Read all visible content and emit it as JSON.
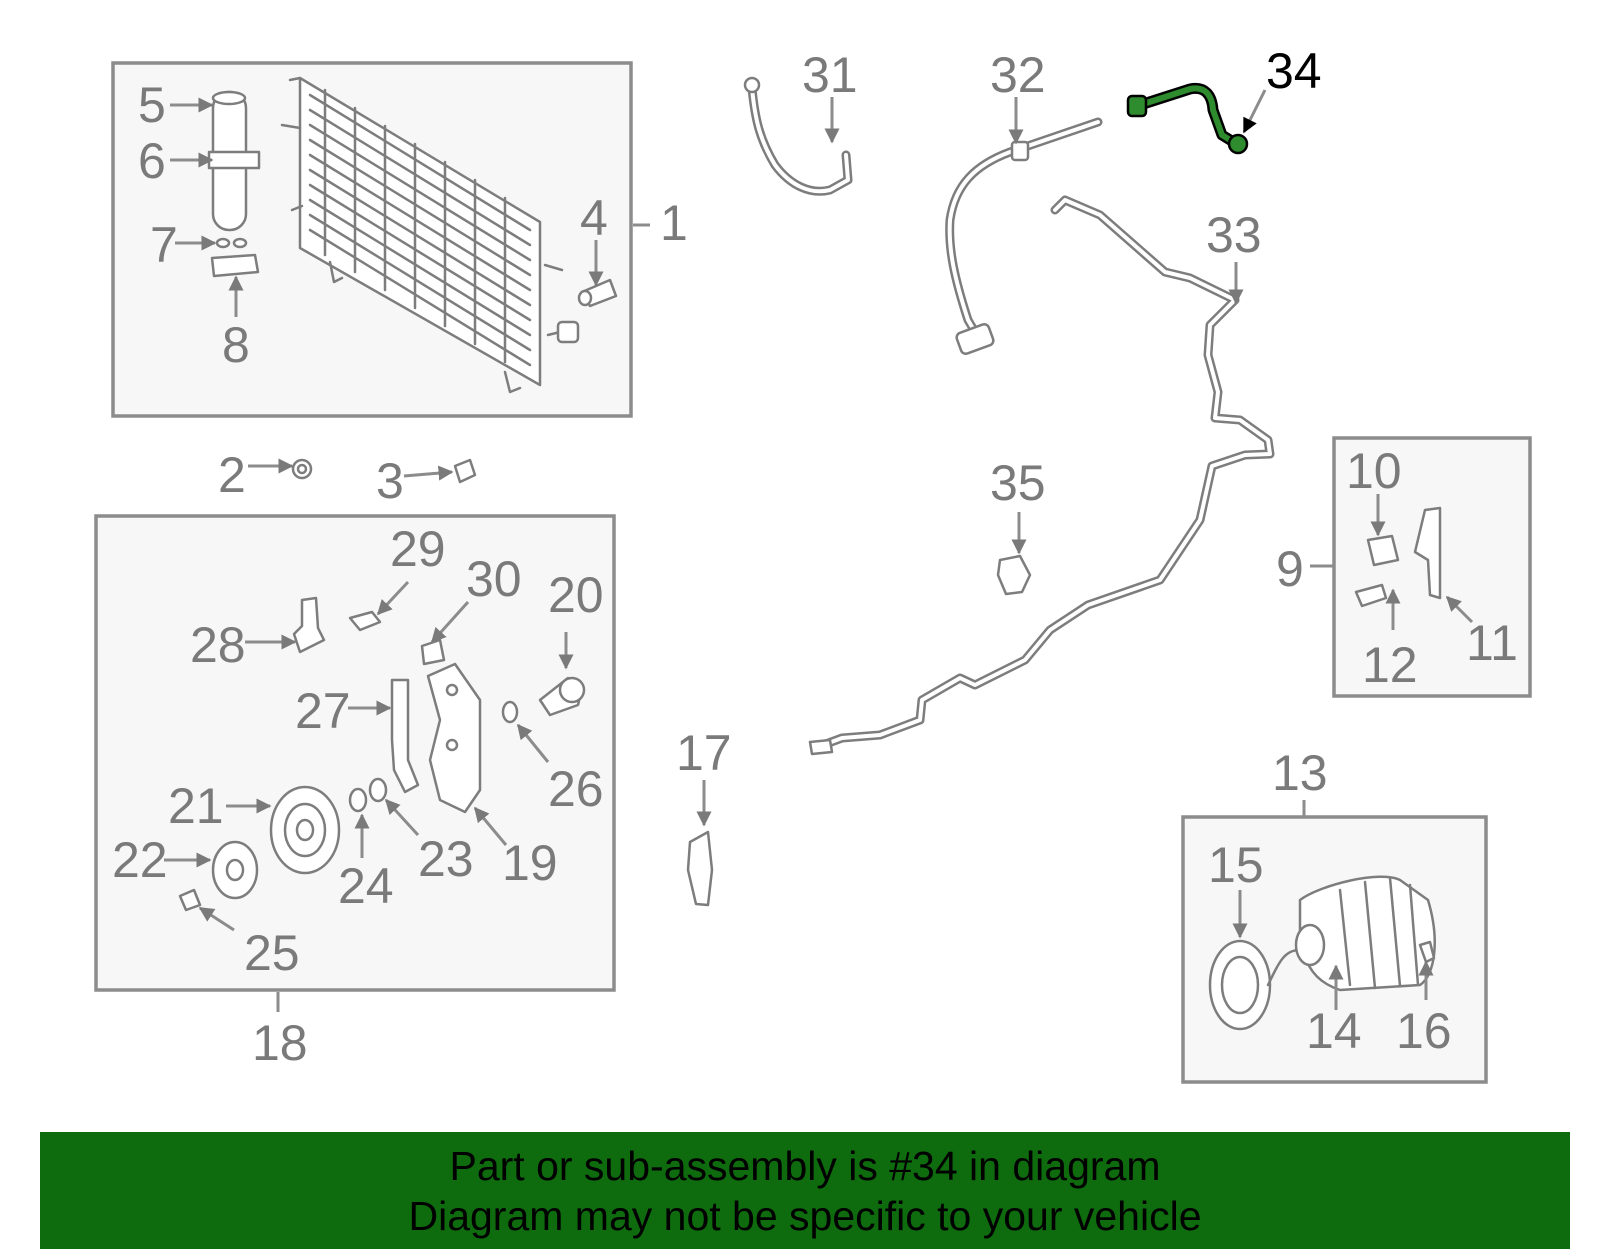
{
  "diagram": {
    "highlight_color": "#2e8b2e",
    "banner_color": "#0e6b0e",
    "callouts": [
      "1",
      "2",
      "3",
      "4",
      "5",
      "6",
      "7",
      "8",
      "9",
      "10",
      "11",
      "12",
      "13",
      "14",
      "15",
      "16",
      "17",
      "18",
      "19",
      "20",
      "21",
      "22",
      "23",
      "24",
      "25",
      "26",
      "27",
      "28",
      "29",
      "30",
      "31",
      "32",
      "33",
      "34",
      "35"
    ],
    "highlighted_part": "34"
  },
  "banner": {
    "line1": "Part or sub-assembly is #34 in diagram",
    "line2": "Diagram may not be specific to your vehicle"
  }
}
